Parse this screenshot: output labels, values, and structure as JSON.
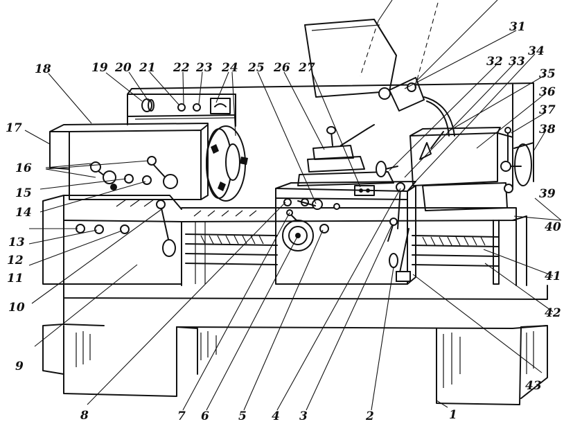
{
  "callouts": [
    {
      "id": "1",
      "text": "1"
    },
    {
      "id": "2",
      "text": "2"
    },
    {
      "id": "3",
      "text": "3"
    },
    {
      "id": "4",
      "text": "4"
    },
    {
      "id": "5",
      "text": "5"
    },
    {
      "id": "6",
      "text": "6"
    },
    {
      "id": "7",
      "text": "7"
    },
    {
      "id": "8",
      "text": "8"
    },
    {
      "id": "9",
      "text": "9"
    },
    {
      "id": "10",
      "text": "10"
    },
    {
      "id": "11",
      "text": "11"
    },
    {
      "id": "12",
      "text": "12"
    },
    {
      "id": "13",
      "text": "13"
    },
    {
      "id": "14",
      "text": "14"
    },
    {
      "id": "15",
      "text": "15"
    },
    {
      "id": "16",
      "text": "16"
    },
    {
      "id": "17",
      "text": "17"
    },
    {
      "id": "18",
      "text": "18"
    },
    {
      "id": "19",
      "text": "19"
    },
    {
      "id": "20",
      "text": "20"
    },
    {
      "id": "21",
      "text": "21"
    },
    {
      "id": "22",
      "text": "22"
    },
    {
      "id": "23",
      "text": "23"
    },
    {
      "id": "24",
      "text": "24"
    },
    {
      "id": "25",
      "text": "25"
    },
    {
      "id": "26",
      "text": "26"
    },
    {
      "id": "27",
      "text": "27"
    },
    {
      "id": "31",
      "text": "31"
    },
    {
      "id": "32",
      "text": "32"
    },
    {
      "id": "33",
      "text": "33"
    },
    {
      "id": "34",
      "text": "34"
    },
    {
      "id": "35",
      "text": "35"
    },
    {
      "id": "36",
      "text": "36"
    },
    {
      "id": "37",
      "text": "37"
    },
    {
      "id": "38",
      "text": "38"
    },
    {
      "id": "39",
      "text": "39"
    },
    {
      "id": "40",
      "text": "40"
    },
    {
      "id": "41",
      "text": "41"
    },
    {
      "id": "42",
      "text": "42"
    },
    {
      "id": "43",
      "text": "43"
    }
  ]
}
